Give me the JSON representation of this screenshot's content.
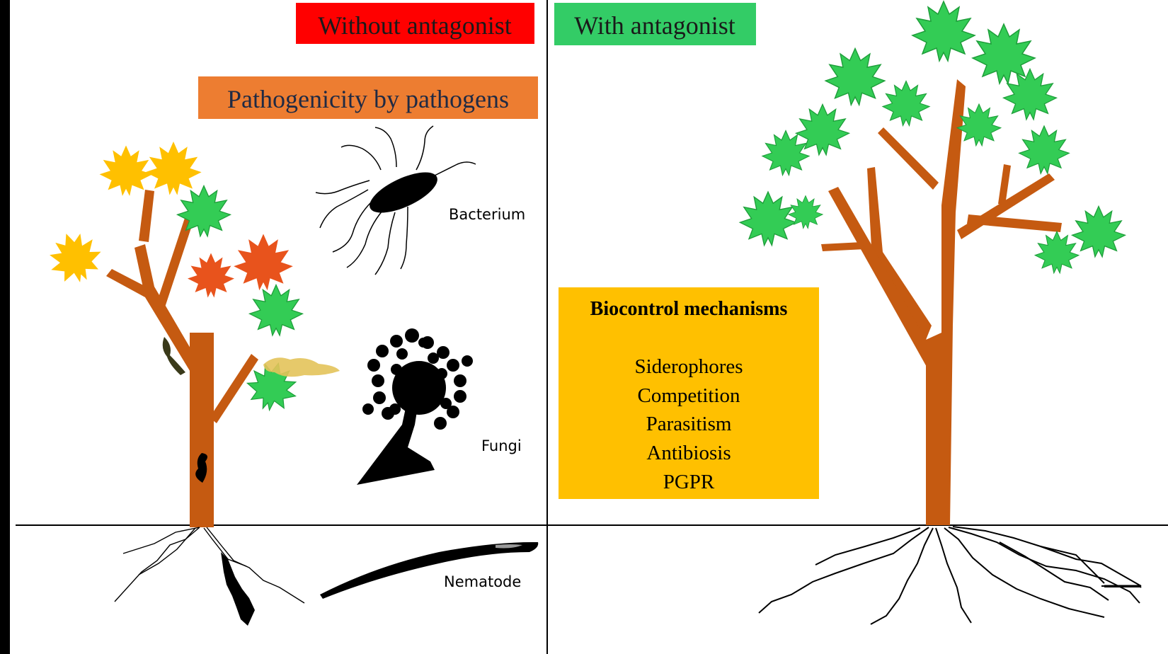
{
  "left_panel": {
    "header": {
      "label": "Without antagonist",
      "bg_color": "#FF0000"
    },
    "subheader": {
      "label": "Pathogenicity by pathogens",
      "bg_color": "#ED7D31"
    },
    "pathogens": [
      {
        "label": "Bacterium",
        "icon": "bacterium-icon"
      },
      {
        "label": "Fungi",
        "icon": "fungi-icon"
      },
      {
        "label": "Nematode",
        "icon": "nematode-icon"
      }
    ]
  },
  "right_panel": {
    "header": {
      "label": "With antagonist",
      "bg_color": "#33CC66"
    },
    "mechanisms_box": {
      "title": "Biocontrol mechanisms",
      "bg_color": "#FFC000",
      "items": [
        "Siderophores",
        "Competition",
        "Parasitism",
        "Antibiosis",
        "PGPR"
      ]
    }
  },
  "colors": {
    "trunk": "#C55A11",
    "healthy_leaf": "#33CC55",
    "yellow_leaf": "#FFC000",
    "red_leaf": "#E8531C",
    "pathogen": "#000000"
  }
}
